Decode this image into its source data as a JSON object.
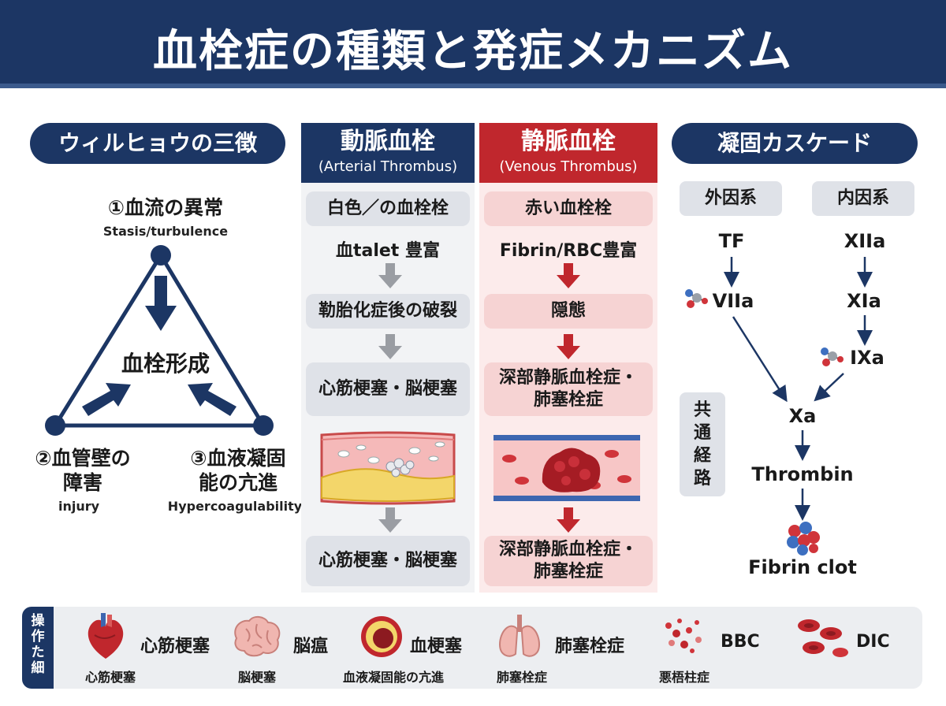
{
  "title": "血栓症の種類と発症メカニズム",
  "virchow": {
    "heading": "ウィルヒョウの三徴",
    "top_label": "①血流の異常",
    "top_sub": "Stasis/turbulence",
    "left_label_1": "②血管壁の",
    "left_label_2": "障害",
    "left_sub": "injury",
    "right_label_1": "③血液凝固",
    "right_label_2": "能の亢進",
    "right_sub": "Hypercoagulability",
    "center": "血栓形成"
  },
  "arterial": {
    "title": "動脈血栓",
    "subtitle": "(Arterial Thrombus)",
    "box1": "白色／の血栓栓",
    "text1": "血talet 豊富",
    "box2": "勒胎化症後の破裂",
    "box3": "心筋梗塞・脳梗塞",
    "box4": "心筋梗塞・脳梗塞"
  },
  "venous": {
    "title": "静脈血栓",
    "subtitle": "(Venous Thrombus)",
    "box1": "赤い血栓栓",
    "text1": "Fibrin/RBC豊富",
    "box2": "隠態",
    "box3_line1": "深部静脈血栓症・",
    "box3_line2": "肺塞栓症",
    "box4_line1": "深部静脈血栓症・",
    "box4_line2": "肺塞栓症"
  },
  "cascade": {
    "heading": "凝固カスケード",
    "extrinsic": "外因系",
    "intrinsic": "内因系",
    "tf": "TF",
    "viia": "VIIa",
    "xiia": "XIIa",
    "xia": "XIa",
    "ixa": "IXa",
    "xa": "Xa",
    "thrombin": "Thrombin",
    "fibrin_clot": "Fibrin clot",
    "common_1": "共",
    "common_2": "通",
    "common_3": "経",
    "common_4": "路"
  },
  "footer": {
    "side_1": "操",
    "side_2": "作",
    "side_3": "た",
    "side_4": "細",
    "items": [
      {
        "main": "心筋梗塞",
        "sub": "心筋梗塞",
        "icon": "heart-icon"
      },
      {
        "main": "脳瘟",
        "sub": "脳梗塞",
        "icon": "brain-icon"
      },
      {
        "main": "血梗塞",
        "sub": "血液凝固能の亢進",
        "icon": "vessel-icon"
      },
      {
        "main": "肺塞栓症",
        "sub": "肺塞栓症",
        "icon": "lungs-icon"
      },
      {
        "main": "BBC",
        "sub": "悪梧柱症",
        "icon": "platelets-icon"
      },
      {
        "main": "DIC",
        "sub": "",
        "icon": "rbc-icon"
      }
    ]
  },
  "colors": {
    "navy": "#1c3664",
    "red": "#c0272d",
    "gray_box": "#dfe2e8",
    "pink_box": "#f6d3d3"
  }
}
